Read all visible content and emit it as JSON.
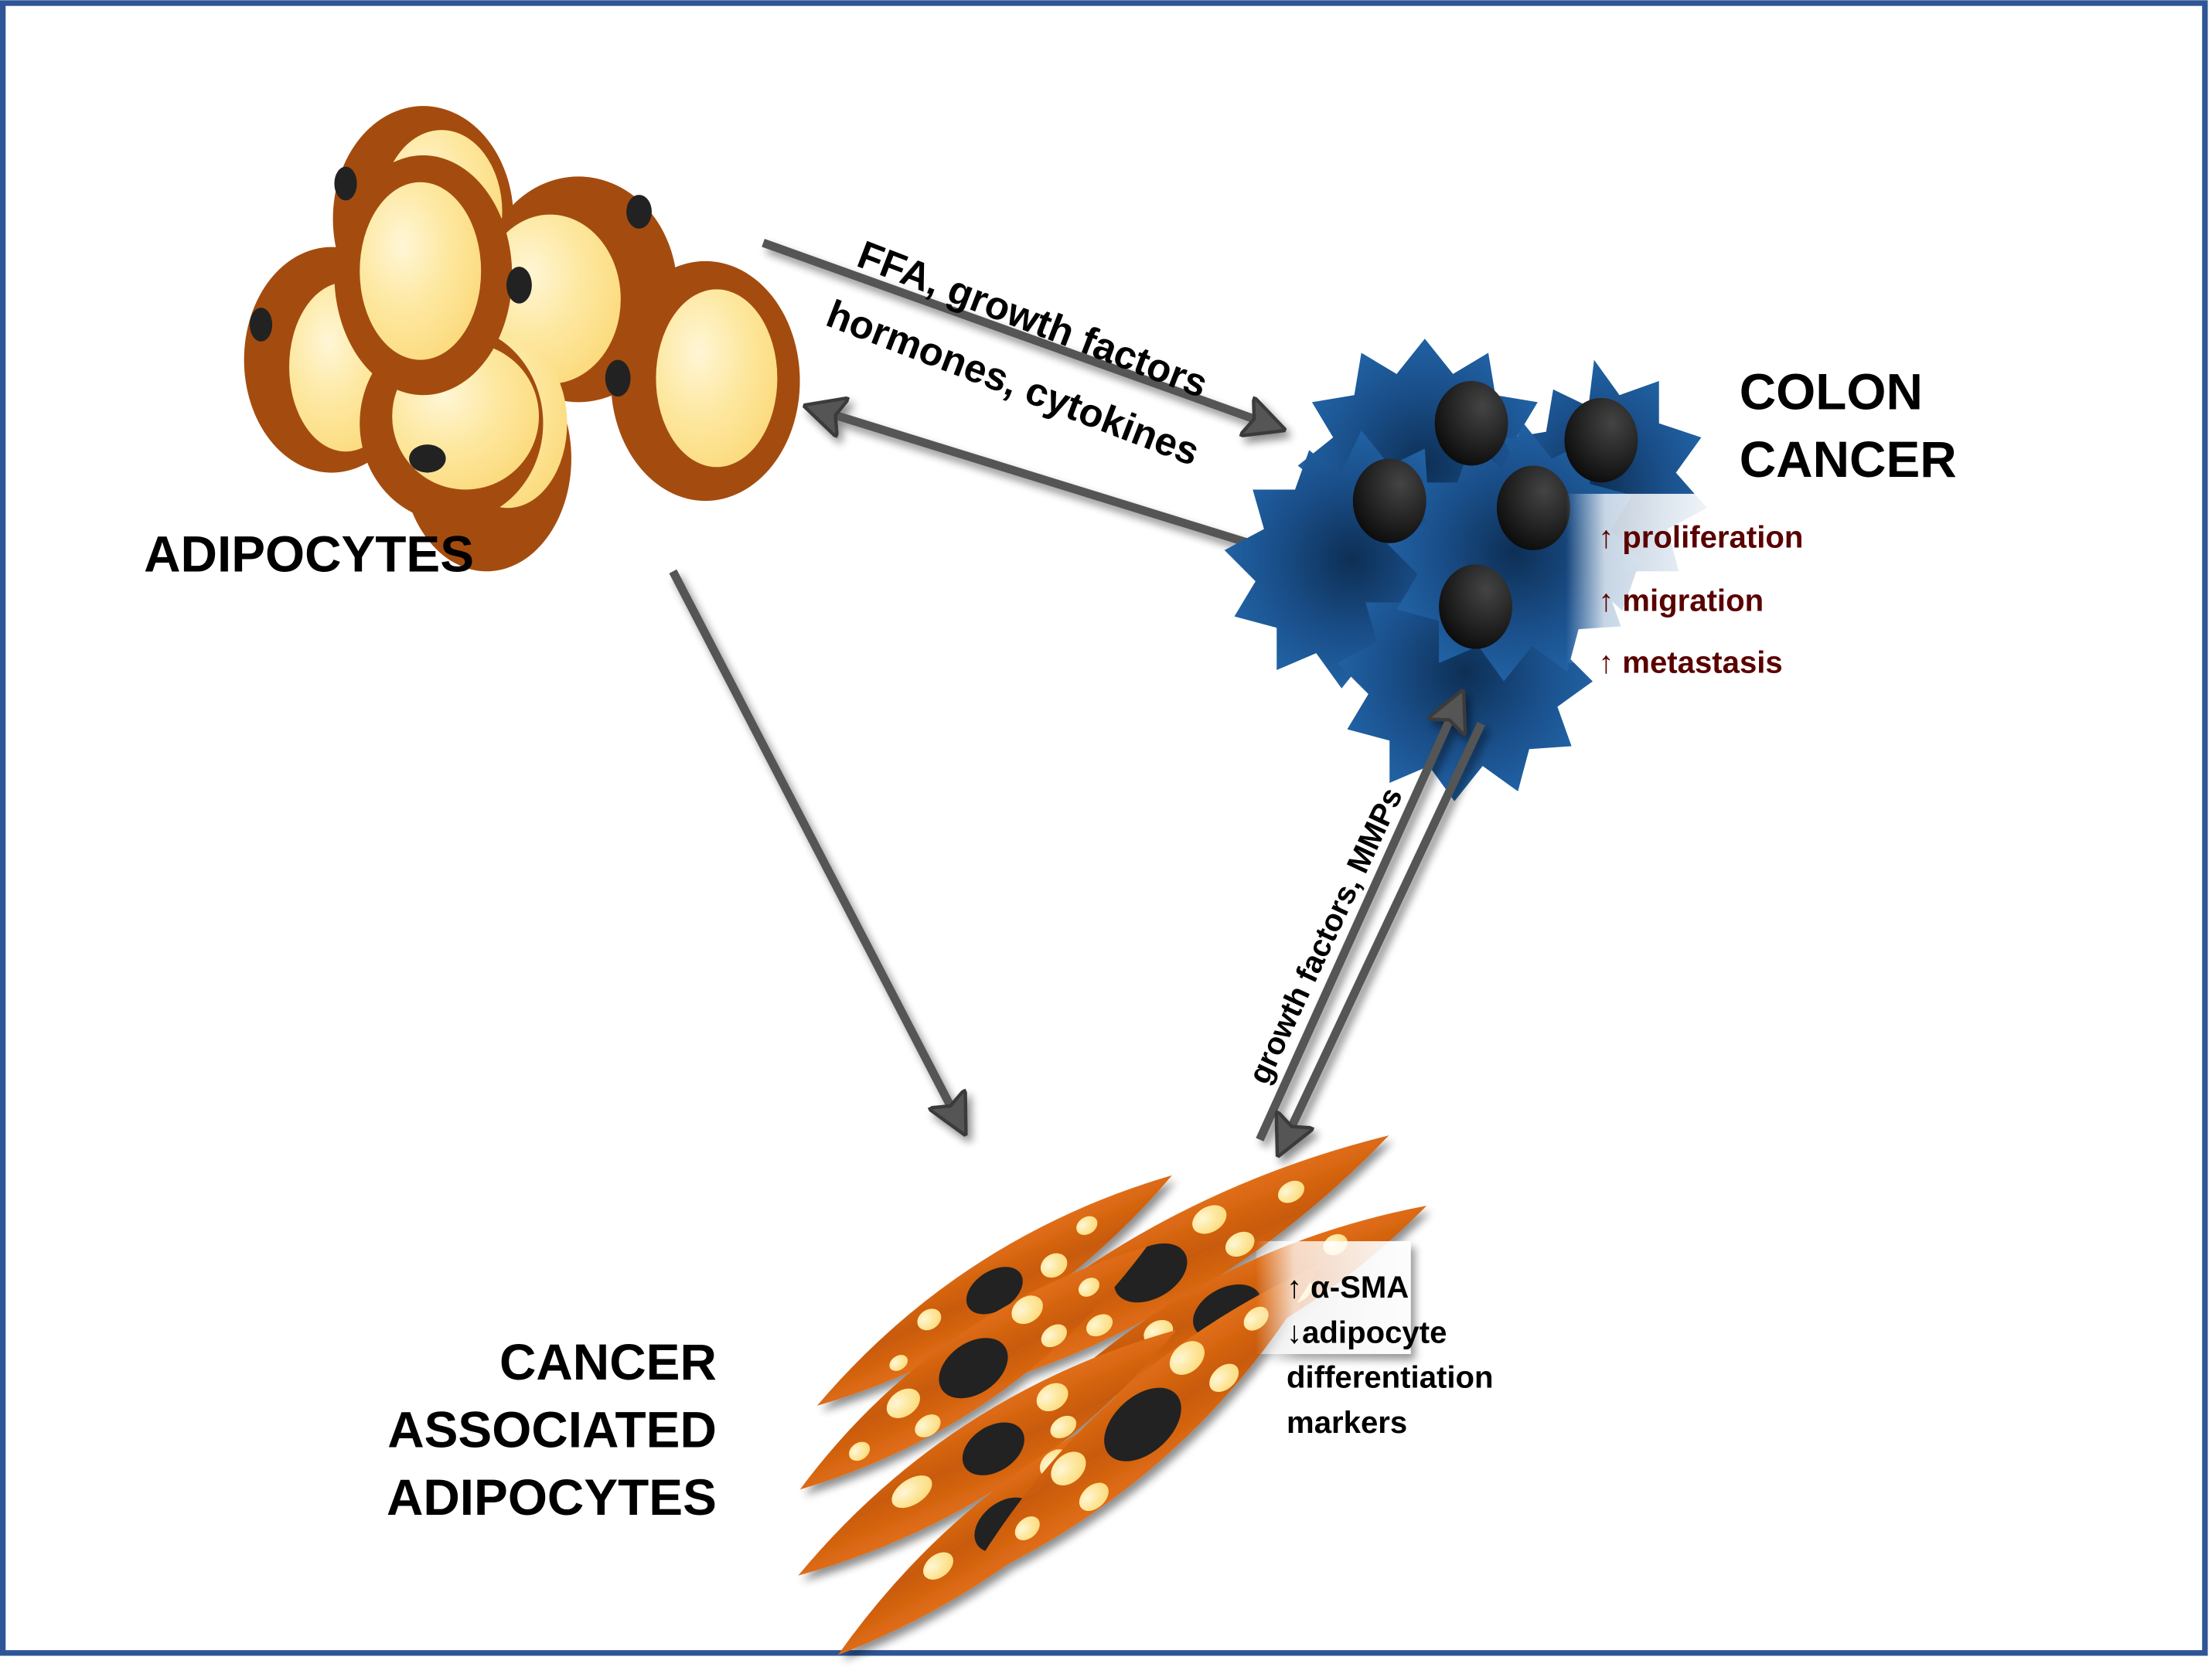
{
  "figure": {
    "title": "Adipocyte – colon cancer crosstalk",
    "colors": {
      "frame": "#2f5597",
      "adipocyte_membrane": "#a44c0f",
      "lipid_droplet": "#fde28a",
      "nucleus": "#222222",
      "cancer_cell": "#2266aa",
      "caa_cell": "#e06a12",
      "arrow": "#555555",
      "effect_text": "#5a0000"
    }
  },
  "nodes": {
    "adipocytes": {
      "label": "ADIPOCYTES"
    },
    "colon_cancer": {
      "label_lines": [
        "COLON",
        "CANCER"
      ],
      "effects": [
        {
          "arrow": "↑",
          "text": "proliferation"
        },
        {
          "arrow": "↑",
          "text": "migration"
        },
        {
          "arrow": "↑",
          "text": "metastasis"
        }
      ]
    },
    "caa": {
      "label_lines": [
        "CANCER",
        "ASSOCIATED",
        "ADIPOCYTES"
      ],
      "effects": [
        {
          "arrow": "↑",
          "text": "α-SMA"
        },
        {
          "arrow": "↓",
          "text": "adipocyte"
        },
        {
          "arrow": "",
          "text": "differentiation"
        },
        {
          "arrow": "",
          "text": "markers"
        }
      ]
    }
  },
  "edges": [
    {
      "from": "adipocytes",
      "to": "colon_cancer",
      "label": "FFA, growth factors"
    },
    {
      "from": "colon_cancer",
      "to": "adipocytes",
      "label": "hormones, cytokines"
    },
    {
      "from": "adipocytes",
      "to": "caa",
      "label": ""
    },
    {
      "from": "caa",
      "to": "colon_cancer",
      "label": "growth factors, MMPs"
    },
    {
      "from": "colon_cancer",
      "to": "caa",
      "label": ""
    }
  ]
}
